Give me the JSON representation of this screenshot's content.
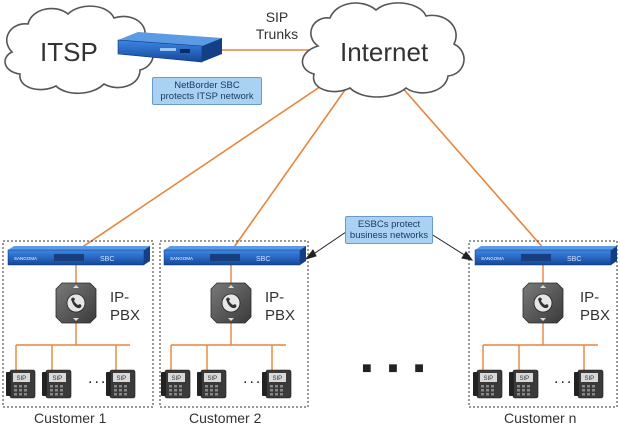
{
  "clouds": {
    "itsp": "ITSP",
    "internet": "Internet"
  },
  "links": {
    "sip_line1": "SIP",
    "sip_line2": "Trunks"
  },
  "callouts": {
    "netborder_line1": "NetBorder SBC",
    "netborder_line2": "protects ITSP network",
    "esbc_line1": "ESBCs protect",
    "esbc_line2": "business networks"
  },
  "pbx": {
    "line1": "IP-",
    "line2": "PBX"
  },
  "phone_label": "SIP",
  "device_brand": "SANGOMA",
  "device_model": "SBC",
  "ellipsis": "...",
  "gap_ellipsis": "■ ■ ■",
  "customers": [
    "Customer 1",
    "Customer 2",
    "Customer n"
  ],
  "colors": {
    "link": "#e8843c",
    "device_blue": "#1f5fbf",
    "cloud_fill": "#ffffff",
    "callout_fill": "#a9d1f2"
  }
}
